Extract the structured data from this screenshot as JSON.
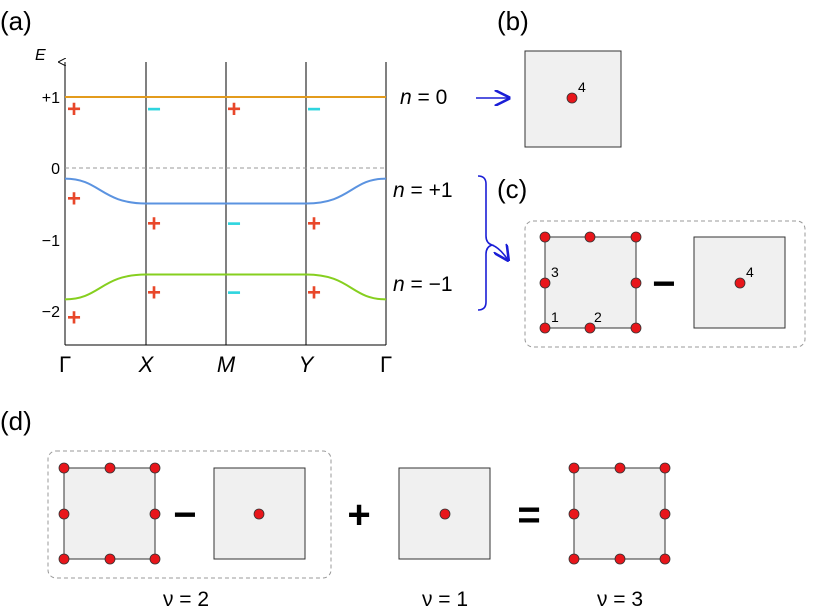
{
  "panels": {
    "a": "(a)",
    "b": "(b)",
    "c": "(c)",
    "d": "(d)"
  },
  "axis": {
    "ylabel": "E",
    "yticks": [
      "+1",
      "0",
      "−1",
      "−2"
    ],
    "kpoints": [
      "Γ",
      "X",
      "M",
      "Y",
      "Γ"
    ]
  },
  "colors": {
    "band_n0": "#e39b1c",
    "band_np1": "#5b93e0",
    "band_nm1": "#86cf1f",
    "plus": "#e8472a",
    "minus": "#2fd5df",
    "site": "#e8161b",
    "arrow": "#1a1ed6"
  },
  "chart_data": {
    "type": "line",
    "x": [
      "Γ",
      "X",
      "M",
      "Y",
      "Γ"
    ],
    "ylabel": "E",
    "ylim": [
      -2.4,
      1.5
    ],
    "series": [
      {
        "name": "n = 0",
        "values": [
          1.0,
          1.0,
          1.0,
          1.0,
          1.0
        ]
      },
      {
        "name": "n = +1",
        "values": [
          -0.15,
          -0.5,
          -0.5,
          -0.5,
          -0.15
        ]
      },
      {
        "name": "n = −1",
        "values": [
          -1.85,
          -1.5,
          -1.5,
          -1.5,
          -1.85
        ]
      }
    ],
    "parity_labels": {
      "n = 0": [
        "+",
        "−",
        "+",
        "−"
      ],
      "n = +1": [
        "+",
        "+",
        "−",
        "+"
      ],
      "n = −1": [
        "+",
        "+",
        "−",
        "+"
      ]
    },
    "reference_line": 0
  },
  "bands": {
    "n0": {
      "n": "n",
      "eq": " = 0"
    },
    "np1": {
      "n": "n",
      "eq": " = +1"
    },
    "nm1": {
      "n": "n",
      "eq": " = −1"
    }
  },
  "sites": {
    "b": "4",
    "c_sq": [
      "3",
      "1",
      "2"
    ],
    "c_ctr": "4"
  },
  "ops": {
    "minus": "−",
    "plus": "+",
    "equals": "="
  },
  "nu": [
    "ν = 2",
    "ν = 1",
    "ν = 3"
  ]
}
